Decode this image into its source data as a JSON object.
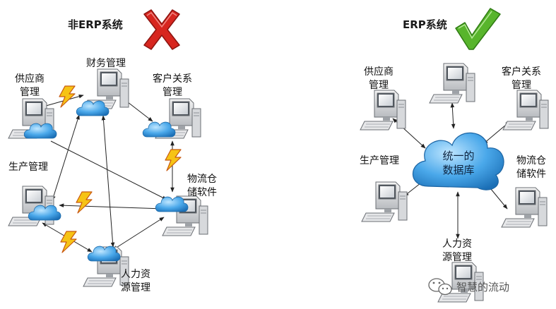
{
  "left_panel": {
    "title": "非ERP系统",
    "verdict_icon": "red-cross-icon",
    "nodes": {
      "finance": {
        "lines": [
          "财务管理"
        ]
      },
      "supplier": {
        "lines": [
          "供应商",
          "管理"
        ]
      },
      "customer": {
        "lines": [
          "客户关系",
          "管理"
        ]
      },
      "production": {
        "lines": [
          "生产管理"
        ]
      },
      "logistics": {
        "lines": [
          "物流仓",
          "储软件"
        ]
      },
      "hr": {
        "lines": [
          "人力资",
          "源管理"
        ]
      }
    }
  },
  "right_panel": {
    "title": "ERP系统",
    "verdict_icon": "green-check-icon",
    "hub": {
      "lines": [
        "统一的",
        "数据库"
      ]
    },
    "nodes": {
      "supplier": {
        "lines": [
          "供应商",
          "管理"
        ]
      },
      "top": {
        "lines": []
      },
      "customer": {
        "lines": [
          "客户关系",
          "管理"
        ]
      },
      "production": {
        "lines": [
          "生产管理"
        ]
      },
      "logistics": {
        "lines": [
          "物流仓",
          "储软件"
        ]
      },
      "hr": {
        "lines": [
          "人力资",
          "源管理"
        ]
      }
    }
  },
  "watermark": {
    "text": "智慧的流动",
    "icon": "wechat-icon"
  },
  "colors": {
    "cloud": "#3d9ce0",
    "cross": "#d7261f",
    "check": "#58b52c",
    "bolt": "#f6c315"
  }
}
